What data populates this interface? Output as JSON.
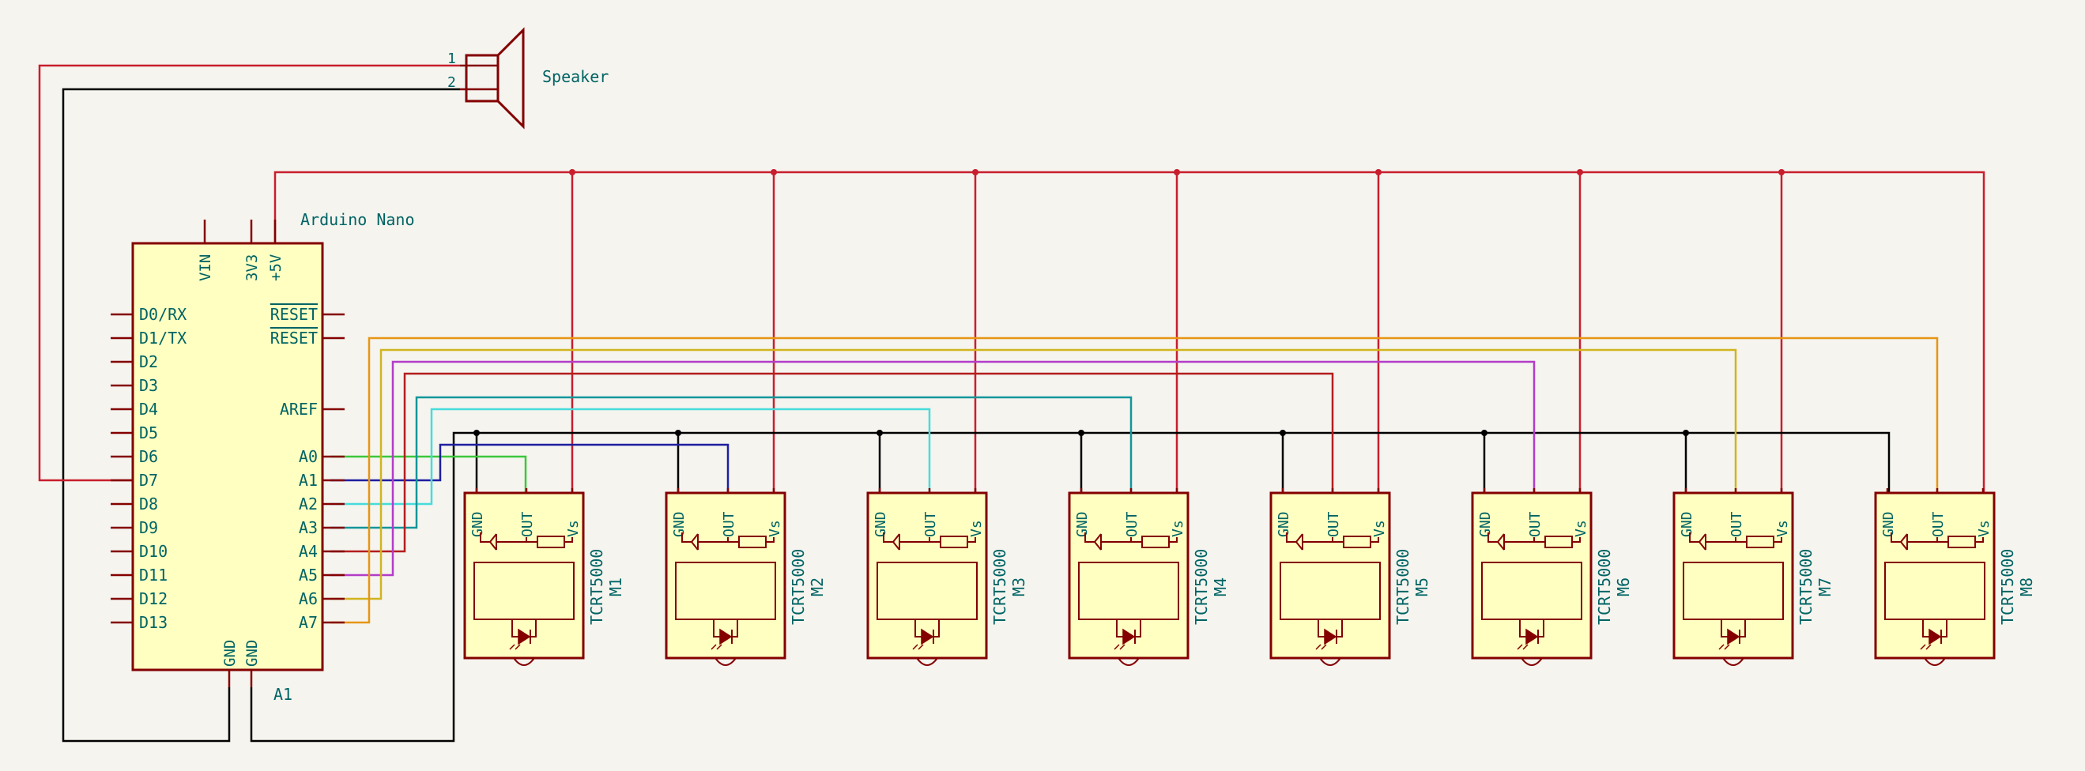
{
  "colors": {
    "background": "#f5f4ef",
    "component_outline": "#840000",
    "component_fill": "#ffffc2",
    "text": "#006464",
    "wire_power": "#c81e2d",
    "wire_gnd": "#000000",
    "wire_a0": "#3cc83c",
    "wire_a1": "#1e1ea0",
    "wire_a2": "#46dcdc",
    "wire_a3": "#14969a",
    "wire_a4": "#b41e1e",
    "wire_a5": "#b43cc8",
    "wire_a6": "#d2b41e",
    "wire_a7": "#e69614"
  },
  "speaker": {
    "label": "Speaker",
    "pin1": "1",
    "pin2": "2"
  },
  "arduino": {
    "label": "Arduino Nano",
    "unit": "A1",
    "top_pins": [
      "VIN",
      "3V3",
      "+5V"
    ],
    "left_pins": [
      "D0/RX",
      "D1/TX",
      "D2",
      "D3",
      "D4",
      "D5",
      "D6",
      "D7",
      "D8",
      "D9",
      "D10",
      "D11",
      "D12",
      "D13"
    ],
    "right_pins": [
      {
        "label": "RESET",
        "overline": true,
        "row": 0
      },
      {
        "label": "RESET",
        "overline": true,
        "row": 1
      },
      {
        "label": "AREF",
        "overline": false,
        "row": 4
      },
      {
        "label": "A0",
        "overline": false,
        "row": 6
      },
      {
        "label": "A1",
        "overline": false,
        "row": 7
      },
      {
        "label": "A2",
        "overline": false,
        "row": 8
      },
      {
        "label": "A3",
        "overline": false,
        "row": 9
      },
      {
        "label": "A4",
        "overline": false,
        "row": 10
      },
      {
        "label": "A5",
        "overline": false,
        "row": 11
      },
      {
        "label": "A6",
        "overline": false,
        "row": 12
      },
      {
        "label": "A7",
        "overline": false,
        "row": 13
      }
    ],
    "bottom_pins": [
      "GND",
      "GND"
    ]
  },
  "sensors": [
    {
      "ref": "M1",
      "value": "TCRT5000",
      "pins": [
        "GND",
        "OUT",
        "Vs"
      ],
      "signal": "a0"
    },
    {
      "ref": "M2",
      "value": "TCRT5000",
      "pins": [
        "GND",
        "OUT",
        "Vs"
      ],
      "signal": "a1"
    },
    {
      "ref": "M3",
      "value": "TCRT5000",
      "pins": [
        "GND",
        "OUT",
        "Vs"
      ],
      "signal": "a2"
    },
    {
      "ref": "M4",
      "value": "TCRT5000",
      "pins": [
        "GND",
        "OUT",
        "Vs"
      ],
      "signal": "a3"
    },
    {
      "ref": "M5",
      "value": "TCRT5000",
      "pins": [
        "GND",
        "OUT",
        "Vs"
      ],
      "signal": "a4"
    },
    {
      "ref": "M6",
      "value": "TCRT5000",
      "pins": [
        "GND",
        "OUT",
        "Vs"
      ],
      "signal": "a5"
    },
    {
      "ref": "M7",
      "value": "TCRT5000",
      "pins": [
        "GND",
        "OUT",
        "Vs"
      ],
      "signal": "a6"
    },
    {
      "ref": "M8",
      "value": "TCRT5000",
      "pins": [
        "GND",
        "OUT",
        "Vs"
      ],
      "signal": "a7"
    }
  ]
}
